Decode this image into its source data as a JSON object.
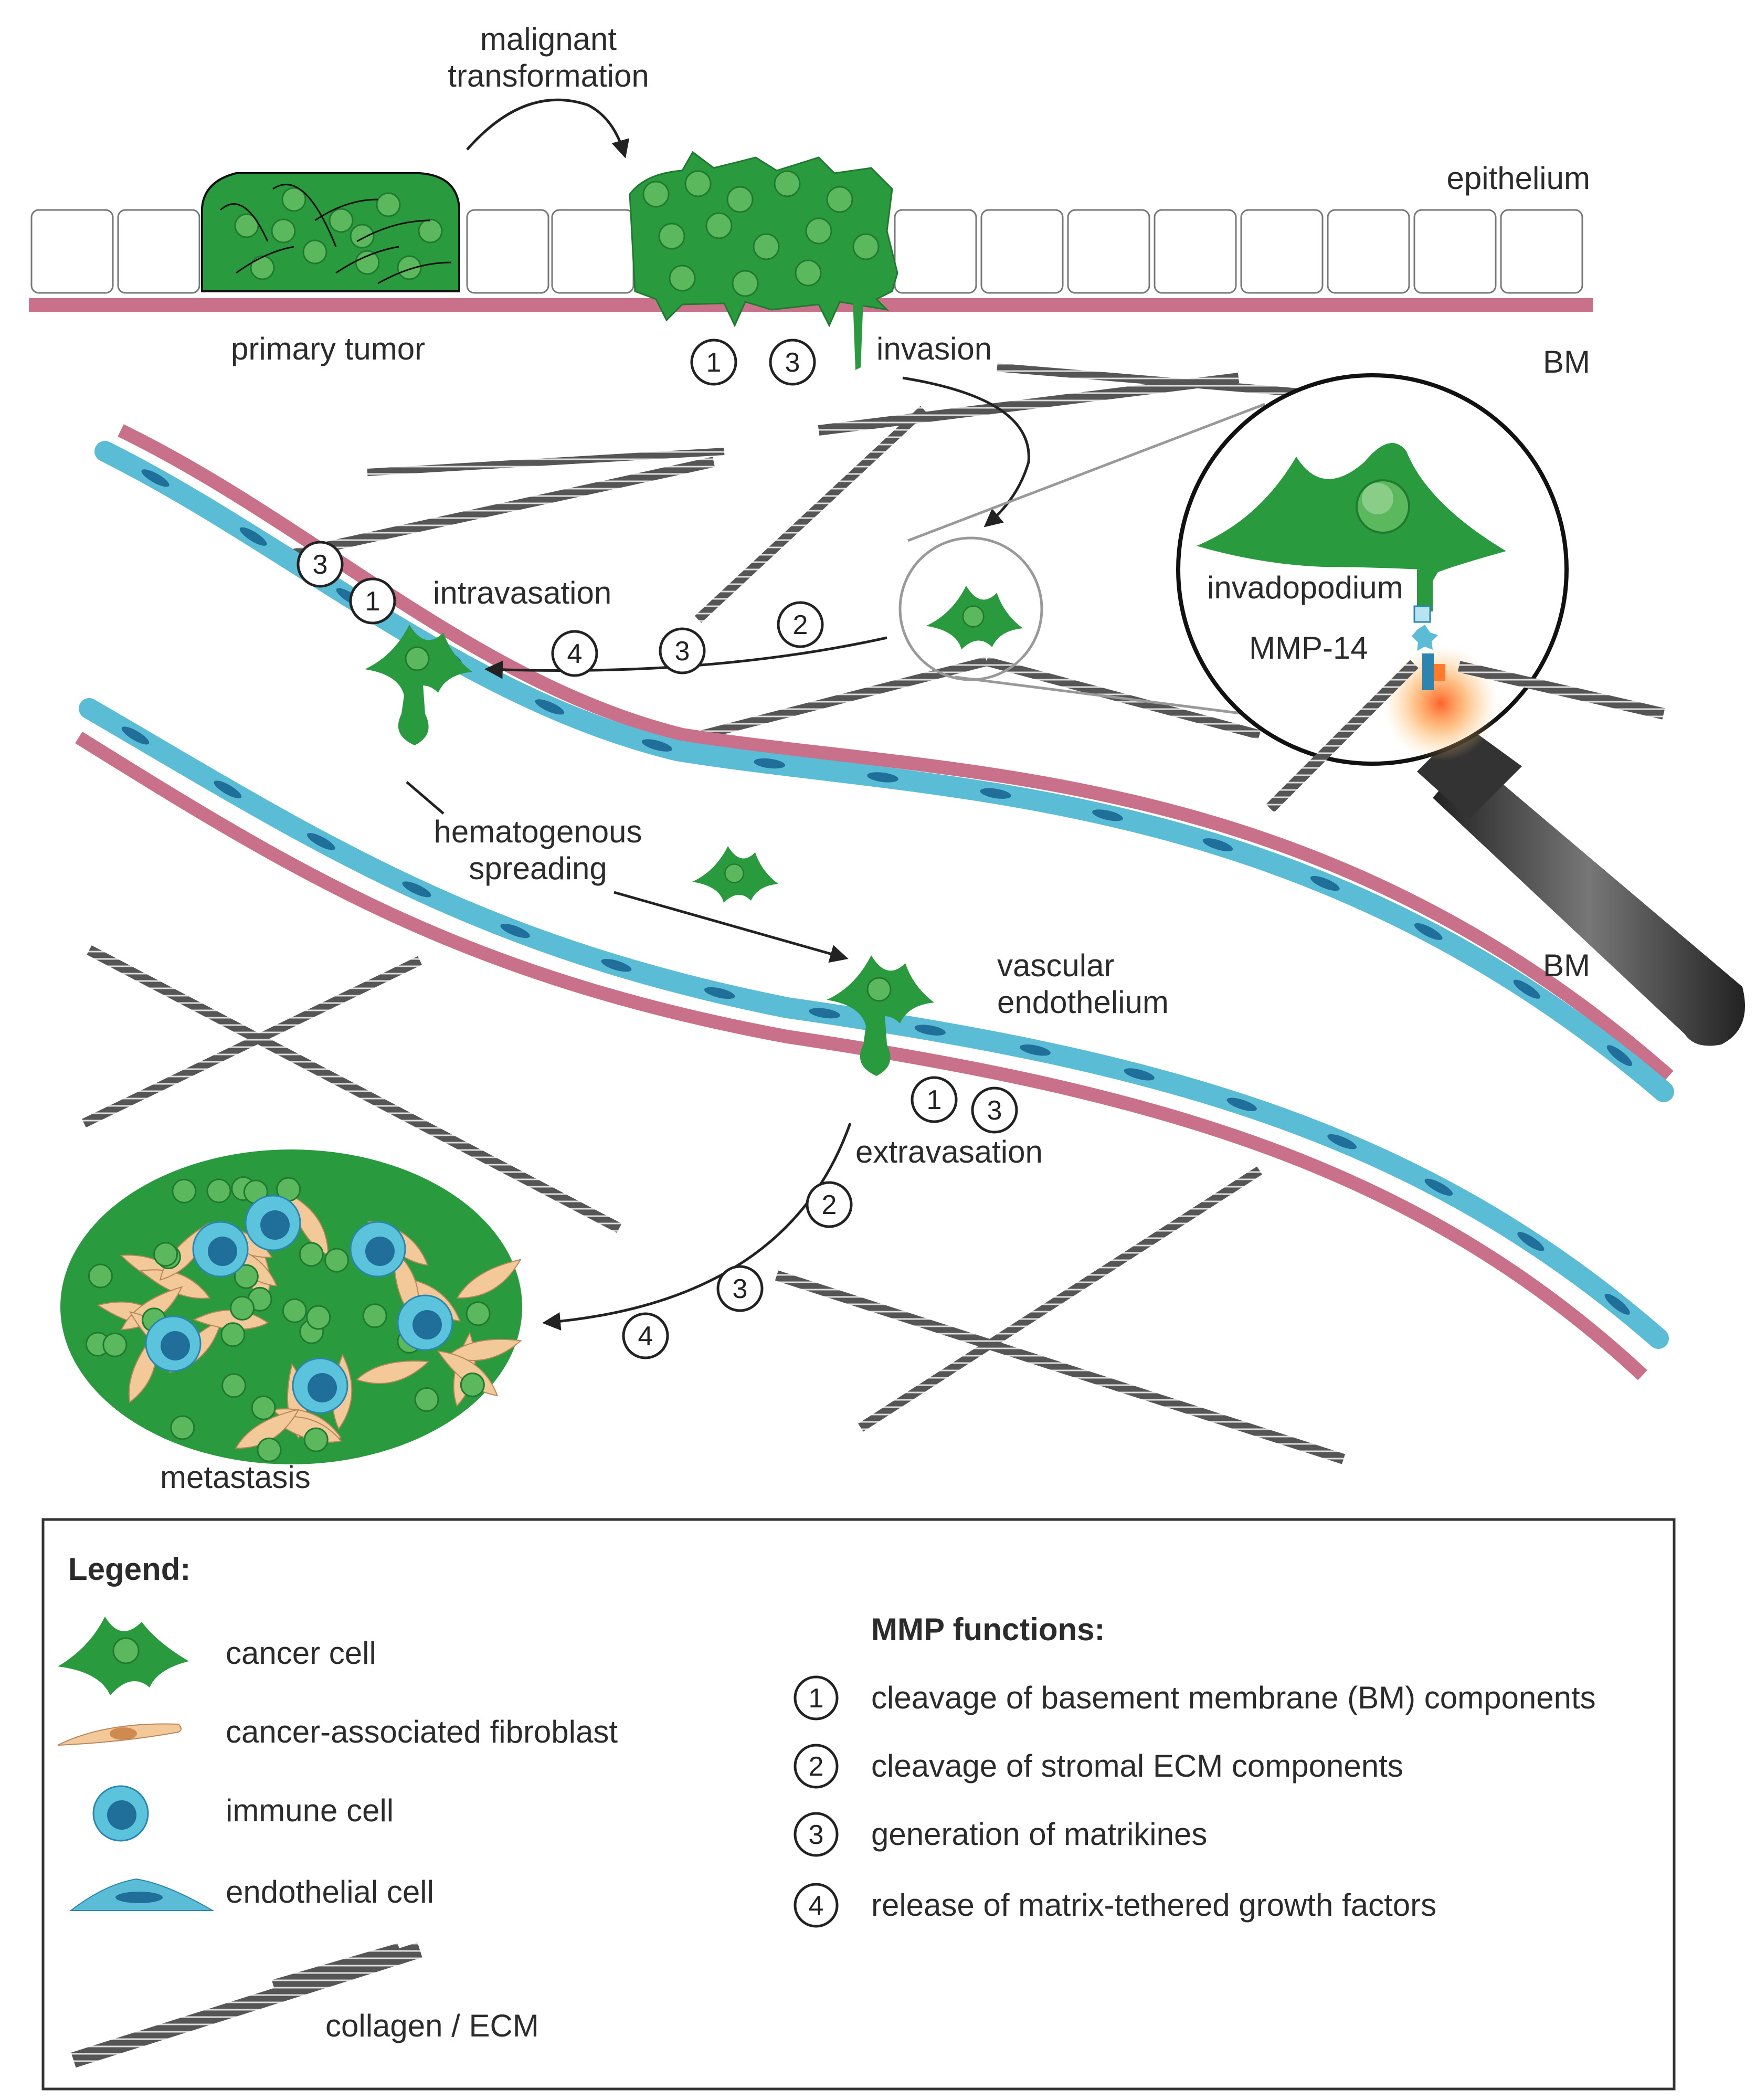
{
  "labels": {
    "malignant_line1": "malignant",
    "malignant_line2": "transformation",
    "epithelium": "epithelium",
    "primary_tumor": "primary tumor",
    "invasion": "invasion",
    "bm_top": "BM",
    "intravasation": "intravasation",
    "invadopodium": "invadopodium",
    "mmp14": "MMP-14",
    "hematogenous_line1": "hematogenous",
    "hematogenous_line2": "spreading",
    "vascular_line1": "vascular",
    "vascular_line2": "endothelium",
    "bm_mid": "BM",
    "extravasation": "extravasation",
    "metastasis": "metastasis"
  },
  "step_markers": {
    "invasion": [
      "1",
      "3"
    ],
    "intravasation_left": [
      "3",
      "1"
    ],
    "intravasation_path": [
      "4",
      "3",
      "2"
    ],
    "extravasation": [
      "1",
      "3"
    ],
    "metastasis_path": [
      "2",
      "3",
      "4"
    ]
  },
  "legend": {
    "title": "Legend:",
    "items": [
      {
        "icon": "cancer-cell-icon",
        "label": "cancer cell"
      },
      {
        "icon": "fibroblast-icon",
        "label": "cancer-associated fibroblast"
      },
      {
        "icon": "immune-cell-icon",
        "label": "immune cell"
      },
      {
        "icon": "endothelial-cell-icon",
        "label": "endothelial cell"
      },
      {
        "icon": "collagen-icon",
        "label": "collagen / ECM"
      }
    ],
    "functions_title": "MMP functions:",
    "functions": [
      {
        "num": "1",
        "label": "cleavage of basement membrane (BM) components"
      },
      {
        "num": "2",
        "label": "cleavage of stromal ECM components"
      },
      {
        "num": "3",
        "label": "generation of matrikines"
      },
      {
        "num": "4",
        "label": "release of matrix-tethered growth factors"
      }
    ]
  },
  "colors": {
    "cancer": "#2a9a3e",
    "cancer_dark": "#1f7a30",
    "nucleus": "#5cb85c",
    "bm": "#c9718a",
    "endothelial": "#5bbcd6",
    "endo_nucleus": "#1f6f9a",
    "fibroblast": "#f3c99a",
    "immune": "#5cc3dc",
    "collagen": "#666666"
  }
}
